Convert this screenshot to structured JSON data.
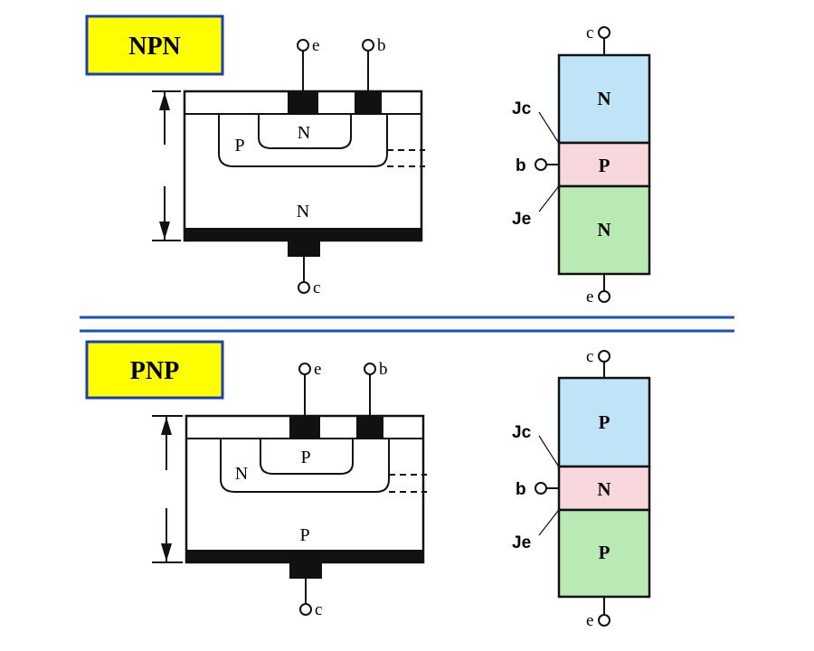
{
  "npn": {
    "title": "NPN",
    "cross_section": {
      "emitter_terminal": "e",
      "base_terminal": "b",
      "collector_terminal": "c",
      "emitter_region": "N",
      "base_region": "P",
      "collector_region": "N"
    },
    "stack": {
      "top_terminal": "c",
      "middle_terminal": "b",
      "bottom_terminal": "e",
      "top_layer": "N",
      "middle_layer": "P",
      "bottom_layer": "N",
      "upper_junction": "Jc",
      "lower_junction": "Je"
    }
  },
  "pnp": {
    "title": "PNP",
    "cross_section": {
      "emitter_terminal": "e",
      "base_terminal": "b",
      "collector_terminal": "c",
      "emitter_region": "P",
      "base_region": "N",
      "collector_region": "P"
    },
    "stack": {
      "top_terminal": "c",
      "middle_terminal": "b",
      "bottom_terminal": "e",
      "top_layer": "P",
      "middle_layer": "N",
      "bottom_layer": "P",
      "upper_junction": "Jc",
      "lower_junction": "Je"
    }
  },
  "colors": {
    "title_fill": "#ffff00",
    "title_border": "#1a3fb5",
    "divider": "#1a4fc0",
    "layer_top": "#bfe3f7",
    "layer_middle": "#f8d8dc",
    "layer_bottom": "#b9eab3",
    "stroke": "#111111"
  }
}
